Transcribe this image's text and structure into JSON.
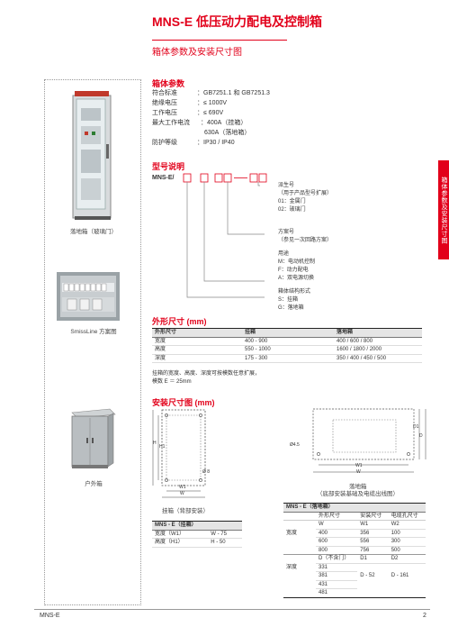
{
  "header": {
    "title": "MNS-E 低压动力配电及控制箱",
    "subtitle": "箱体参数及安装尺寸图"
  },
  "side_tab": "箱体参数及安装尺寸图",
  "left_panel": {
    "captions": [
      "落地箱（玻璃门）",
      "SmissLine 方案图",
      "户外箱"
    ]
  },
  "params": {
    "heading": "箱体参数",
    "rows": [
      {
        "label": "符合标准",
        "value": "：GB7251.1 和 GB7251.3"
      },
      {
        "label": "绝缘电压",
        "value": "：≤ 1000V"
      },
      {
        "label": "工作电压",
        "value": "：≤ 690V"
      },
      {
        "label": "最大工作电流",
        "value": "：400A（挂箱）"
      },
      {
        "label": "",
        "value": "630A（落地箱）"
      },
      {
        "label": "防护等级",
        "value": "：IP30 / IP40"
      }
    ]
  },
  "model": {
    "heading": "型号说明",
    "prefix": "MNS-E/",
    "notes": [
      [
        "派生号",
        "（用于产品型号扩展）",
        "01：金属门",
        "02：玻璃门"
      ],
      [
        "方案号",
        "（参见一次回路方案）"
      ],
      [
        "用途",
        "M：电动机控制",
        "F：动力配电",
        "A：双电源切换"
      ],
      [
        "箱体结构形式",
        "S：挂箱",
        "G：落地箱"
      ]
    ]
  },
  "dims": {
    "heading": "外形尺寸 (mm)",
    "headers": [
      "外形尺寸",
      "挂箱",
      "落地箱"
    ],
    "rows": [
      [
        "宽度",
        "400 - 900",
        "400 / 600 / 800"
      ],
      [
        "高度",
        "550 - 1000",
        "1600 / 1800 / 2000"
      ],
      [
        "深度",
        "175 - 300",
        "350 / 400 / 450 / 500"
      ]
    ],
    "note1": "挂箱的宽度、高度、深度可按模数任意扩展，",
    "note2": "模数 E ＝ 25mm"
  },
  "install": {
    "heading": "安装尺寸图 (mm)",
    "left_caption": "挂箱（背部安装）",
    "right_caption1": "落地箱",
    "right_caption2": "（底部安装基础及电缆出线图）",
    "labels": {
      "h1": "H1",
      "h": "H",
      "w1": "W1",
      "w": "W",
      "d1": "D1",
      "d2": "D2",
      "phi": "Ø 8",
      "phi2": "Ø4.5",
      "d": "D"
    }
  },
  "hang_table": {
    "title": "MNS - E（挂箱）",
    "rows": [
      [
        "宽度（W1）",
        "W - 75"
      ],
      [
        "高度（H1）",
        "H - 50"
      ]
    ]
  },
  "floor_table": {
    "title": "MNS - E（落地箱）",
    "headers": [
      "",
      "外形尺寸",
      "安装尺寸",
      "电缆孔尺寸"
    ],
    "rows": [
      [
        "",
        "W",
        "W1",
        "W2"
      ],
      [
        "宽度",
        "400",
        "356",
        "100"
      ],
      [
        "",
        "600",
        "556",
        "300"
      ],
      [
        "",
        "800",
        "756",
        "500"
      ],
      [
        "",
        "D（不含门）",
        "D1",
        "D2"
      ],
      [
        "深度",
        "331",
        "",
        ""
      ],
      [
        "",
        "381",
        "D - 52",
        "D - 161"
      ],
      [
        "",
        "431",
        "",
        ""
      ],
      [
        "",
        "481",
        "",
        ""
      ]
    ]
  },
  "footer": {
    "left": "MNS-E",
    "right": "2"
  }
}
